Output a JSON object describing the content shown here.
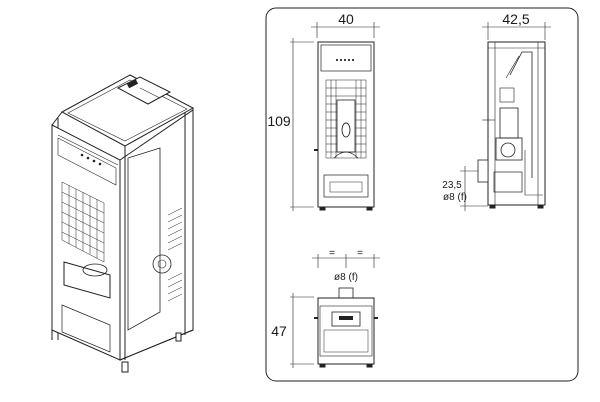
{
  "figure": {
    "front_view": {
      "width_label": "40",
      "height_label": "109"
    },
    "side_view": {
      "depth_label": "42,5",
      "outlet_height_label": "23,5",
      "outlet_diameter_label": "ø8 (f)"
    },
    "top_view": {
      "outlet_diameter_label": "ø8 (f)",
      "equal_marks": [
        "=",
        "="
      ],
      "depth_label": "47"
    }
  }
}
